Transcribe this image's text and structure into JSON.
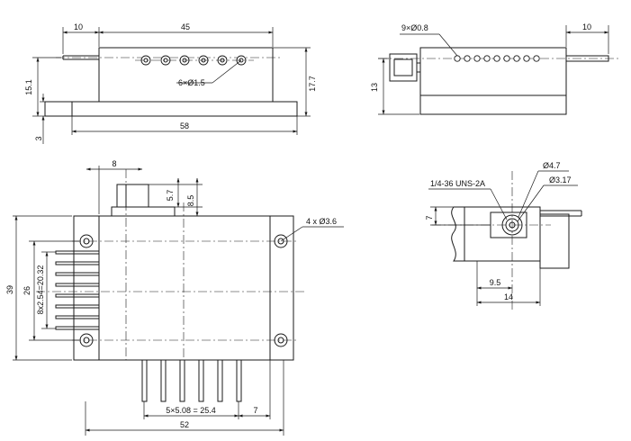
{
  "dimensions": {
    "top_view": {
      "fiber_len": "10",
      "body_len": "45",
      "pin_holes": "6×Ø1.5",
      "total_h": "15.1",
      "body_h": "17.7",
      "base_h": "3",
      "base_len": "58"
    },
    "side_view": {
      "pin_holes": "9×Ø0.8",
      "fiber_len": "10",
      "height": "13"
    },
    "front_view": {
      "fiber_x": "8",
      "conn_h1": "5.7",
      "conn_h2": "8.5",
      "mount_holes": "4 x Ø3.6",
      "total_h": "39",
      "hole_span": "26",
      "pin_span": "8x2.54=20.32",
      "bottom_pins": "5×5.08 = 25.4",
      "pin_offset": "7",
      "width": "52"
    },
    "detail_view": {
      "thread": "1/4-36 UNS-2A",
      "dia_outer": "Ø4.7",
      "dia_inner": "Ø3.17",
      "height": "7",
      "x1": "9.5",
      "x2": "14"
    }
  }
}
